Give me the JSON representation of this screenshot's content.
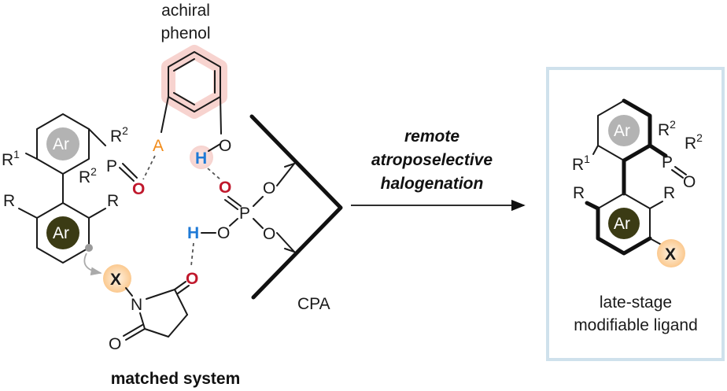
{
  "labels": {
    "phenol_line1": "achiral",
    "phenol_line2": "phenol",
    "matched_system": "matched system",
    "cpa": "CPA",
    "arrow_line1": "remote",
    "arrow_line2": "atroposelective",
    "arrow_line3": "halogenation",
    "ligand_line1": "late-stage",
    "ligand_line2": "modifiable ligand"
  },
  "atoms": {
    "ar": "Ar",
    "r": "R",
    "r1_base": "R",
    "r1_sup": "1",
    "r2_base": "R",
    "r2_sup": "2",
    "p": "P",
    "o": "O",
    "a": "A",
    "h": "H",
    "x": "X",
    "n": "N"
  },
  "colors": {
    "oxygen_red": "#c0182c",
    "hydrogen_blue": "#1f7ad6",
    "acceptor_orange": "#f28c1a",
    "phenol_glow": "#f9d9d6",
    "halogen_glow": "#fbd3a8",
    "ar_light_fill": "#b3b3b3",
    "ar_dark_fill": "#3b3b14",
    "box_border": "#cfe1ec"
  }
}
